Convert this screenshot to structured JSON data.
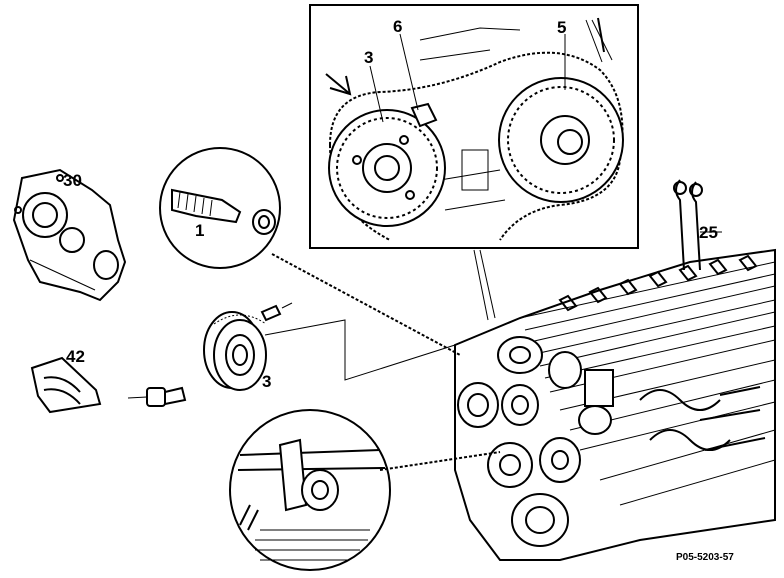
{
  "diagram": {
    "callouts": {
      "c1": "1",
      "c3_inset": "3",
      "c3_gear": "3",
      "c5": "5",
      "c6": "6",
      "c25": "25",
      "c30": "30",
      "c42": "42"
    },
    "figure_code": "P05-5203-57"
  }
}
